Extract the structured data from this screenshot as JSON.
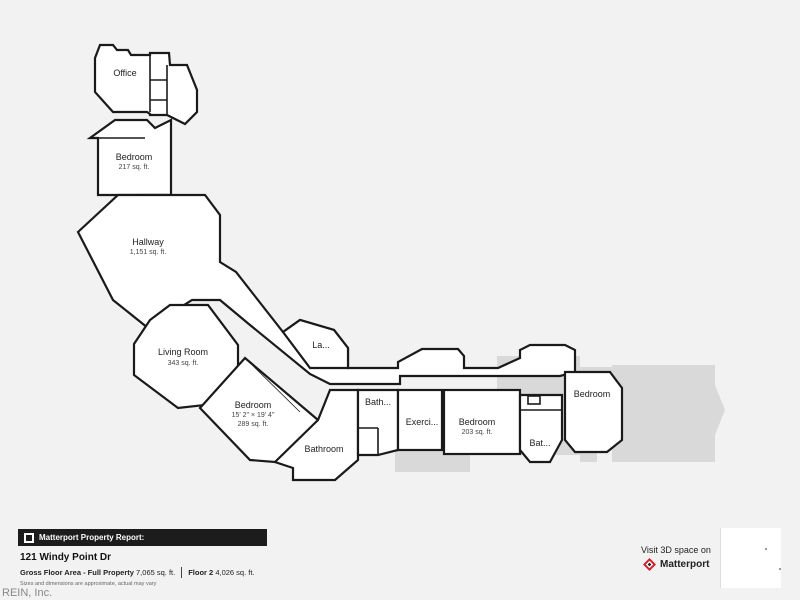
{
  "rooms": [
    {
      "name": "Office",
      "area": ""
    },
    {
      "name": "Bedroom",
      "area": "217 sq. ft."
    },
    {
      "name": "Hallway",
      "area": "1,151 sq. ft."
    },
    {
      "name": "Living Room",
      "area": "343 sq. ft."
    },
    {
      "name": "Bedroom",
      "dims": "15' 2\" × 19' 4\"",
      "area": "289 sq. ft."
    },
    {
      "name": "La...",
      "area": ""
    },
    {
      "name": "Bath...",
      "area": ""
    },
    {
      "name": "Bathroom",
      "area": ""
    },
    {
      "name": "Exerci...",
      "area": ""
    },
    {
      "name": "Bedroom",
      "area": "203 sq. ft."
    },
    {
      "name": "Bat...",
      "area": ""
    },
    {
      "name": "Bedroom",
      "area": ""
    }
  ],
  "report": {
    "header": "Matterport Property Report:",
    "address": "121 Windy Point Dr",
    "gross_label": "Gross Floor Area - Full Property",
    "gross_value": "7,065 sq. ft.",
    "floor_label": "Floor 2",
    "floor_value": "4,026 sq. ft.",
    "disclaimer": "Sizes and dimensions are approximate, actual may vary"
  },
  "branding": {
    "visit_text": "Visit 3D space on",
    "brand_name": "Matterport",
    "watermark": "REIN, Inc."
  },
  "icons": {
    "report_logo": "matterport-logo-icon",
    "brand_logo": "matterport-logo-icon"
  },
  "colors": {
    "wall": "#1a1a1a",
    "room_fill": "#ffffff",
    "background": "#f2f2f2",
    "ghost_area": "#d9d9d9",
    "brand_red": "#d0202c"
  }
}
